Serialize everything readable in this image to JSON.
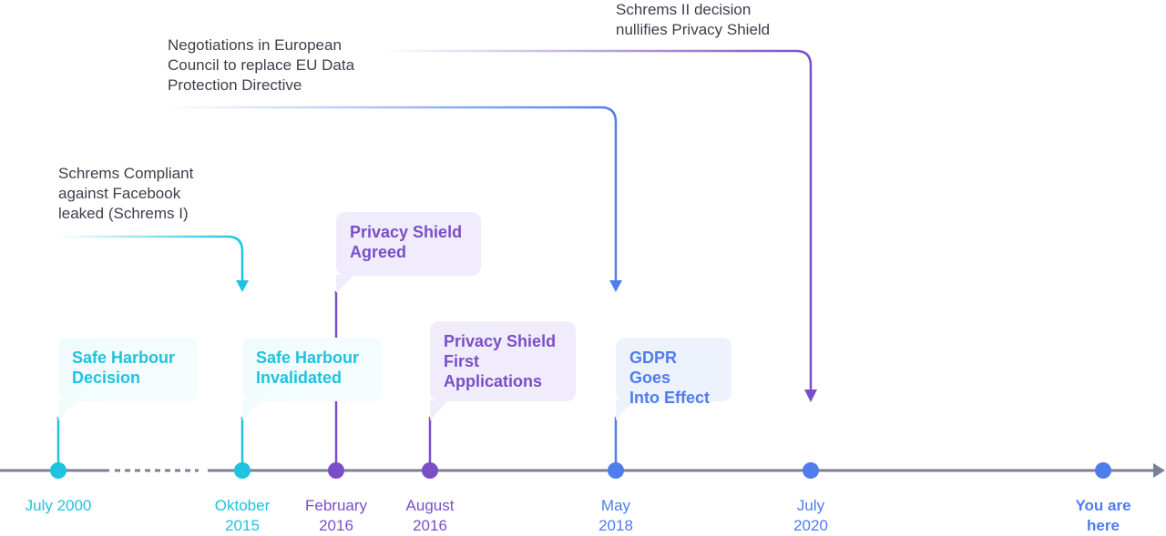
{
  "colors": {
    "axis": "#7b8194",
    "cyan": "#1ec3df",
    "purple": "#7a4ec9",
    "blue": "#4f7ded",
    "text": "#3b3f4a"
  },
  "annotations": [
    {
      "id": "schrems-1",
      "text": "Schrems Compliant\nagainst Facebook\nleaked (Schrems I)",
      "color": "cyan"
    },
    {
      "id": "negotiations",
      "text": "Negotiations in European\nCouncil to replace EU Data\nProtection Directive",
      "color": "blue"
    },
    {
      "id": "schrems-2",
      "text": "Schrems II decision\nnullifies Privacy Shield",
      "color": "purple"
    }
  ],
  "events": [
    {
      "id": "safe-harbour-decision",
      "label": "Safe Harbour\nDecision",
      "date": "July 2000",
      "color": "cyan"
    },
    {
      "id": "safe-harbour-invalidated",
      "label": "Safe Harbour\nInvalidated",
      "date": "Oktober\n2015",
      "color": "cyan"
    },
    {
      "id": "privacy-shield-agreed",
      "label": "Privacy Shield\nAgreed",
      "date": "February\n2016",
      "color": "purple"
    },
    {
      "id": "privacy-shield-applications",
      "label": "Privacy Shield\nFirst\nApplications",
      "date": "August\n2016",
      "color": "purple"
    },
    {
      "id": "gdpr-effect",
      "label": "GDPR Goes\nInto Effect",
      "date": "May\n2018",
      "color": "blue"
    },
    {
      "id": "july-2020",
      "label": "",
      "date": "July\n2020",
      "color": "blue"
    },
    {
      "id": "you-are-here",
      "label": "",
      "date": "You are\nhere",
      "color": "blue"
    }
  ]
}
